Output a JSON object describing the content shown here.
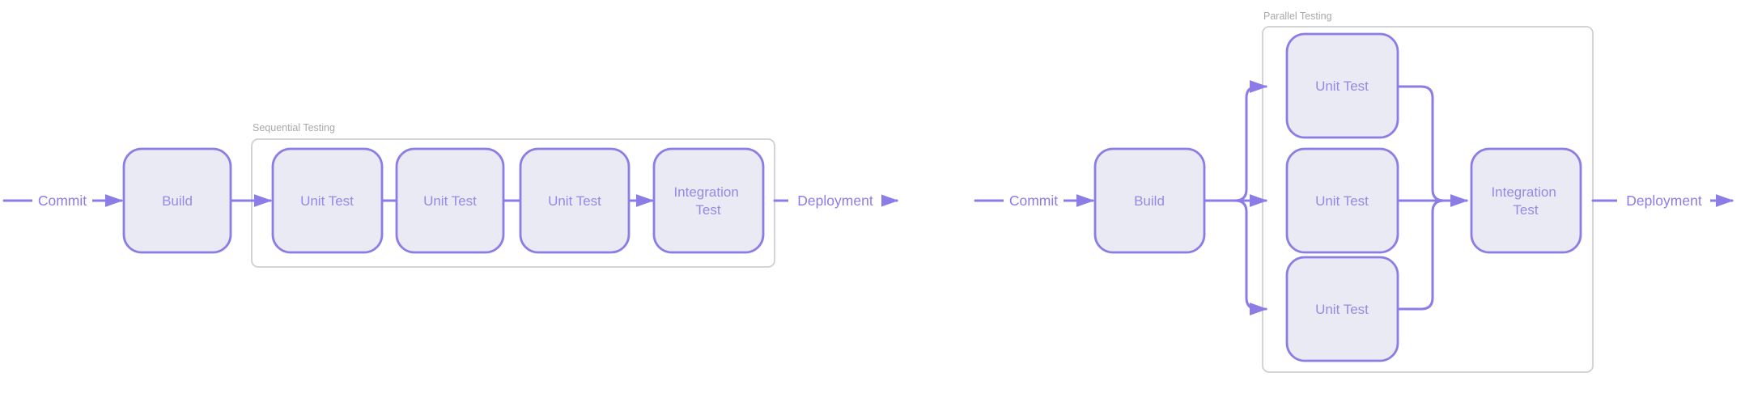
{
  "colors": {
    "edge": "#8b7ce6",
    "node_border": "#8b7ce6",
    "node_fill": "#e9eaf3",
    "node_text": "#968ae4",
    "edge_label_text": "#8b7ce6",
    "group_border": "#cfcfd4",
    "group_label_text": "#a9a9ad",
    "background": "#ffffff"
  },
  "left_diagram": {
    "group_label": "Sequential Testing",
    "edge_labels": {
      "start": "Commit",
      "end": "Deployment"
    },
    "nodes": {
      "build": "Build",
      "unit_test_1": "Unit Test",
      "unit_test_2": "Unit Test",
      "unit_test_3": "Unit Test",
      "integration_line1": "Integration",
      "integration_line2": "Test"
    }
  },
  "right_diagram": {
    "group_label": "Parallel Testing",
    "edge_labels": {
      "start": "Commit",
      "end": "Deployment"
    },
    "nodes": {
      "build": "Build",
      "unit_test_1": "Unit Test",
      "unit_test_2": "Unit Test",
      "unit_test_3": "Unit Test",
      "integration_line1": "Integration",
      "integration_line2": "Test"
    }
  }
}
